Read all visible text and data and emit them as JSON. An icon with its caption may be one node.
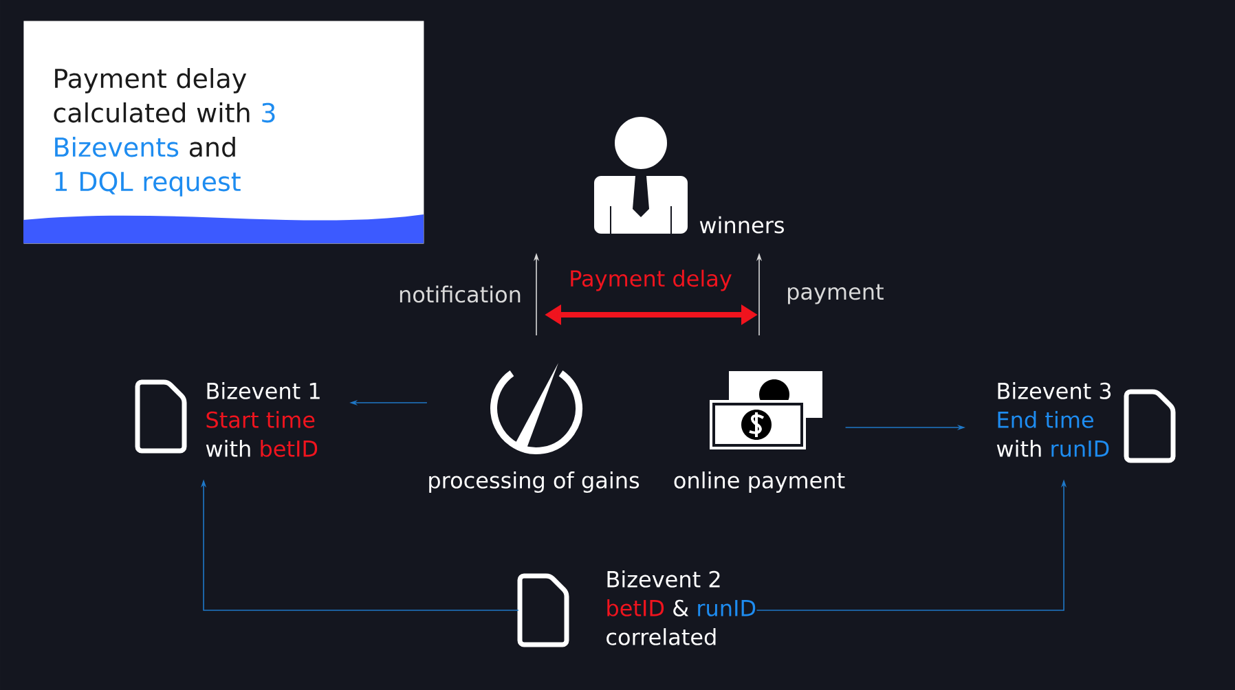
{
  "diagram": {
    "nodes": [
      {
        "text": [
          "Payment delay calculated with",
          "3 Bizevents",
          "and",
          "1 DQL request"
        ]
      },
      {
        "text": [
          "winners"
        ]
      },
      {
        "text": [
          "processing of gains"
        ]
      },
      {
        "text": [
          "online payment"
        ]
      },
      {
        "text": [
          "Bizevent 1",
          "Start time",
          "with",
          "betID"
        ]
      },
      {
        "text": [
          "Bizevent 3",
          "End time",
          "with",
          "runID"
        ]
      },
      {
        "text": [
          "Bizevent 2",
          "betID",
          "&",
          "runID",
          "correlated"
        ]
      }
    ],
    "edges": [
      {
        "from": 2,
        "to": 1,
        "arrow": "to",
        "label": "notification",
        "color": "#d9d9d9"
      },
      {
        "from": 3,
        "to": 1,
        "arrow": "to",
        "label": "payment",
        "color": "#d9d9d9"
      },
      {
        "from": 2,
        "to": 4,
        "arrow": "to"
      },
      {
        "from": 3,
        "to": 5,
        "arrow": "to"
      },
      {
        "from": 6,
        "to": 4,
        "arrow": "to"
      },
      {
        "from": 6,
        "to": 5,
        "arrow": "to"
      }
    ],
    "labels": [
      "Payment delay"
    ]
  }
}
